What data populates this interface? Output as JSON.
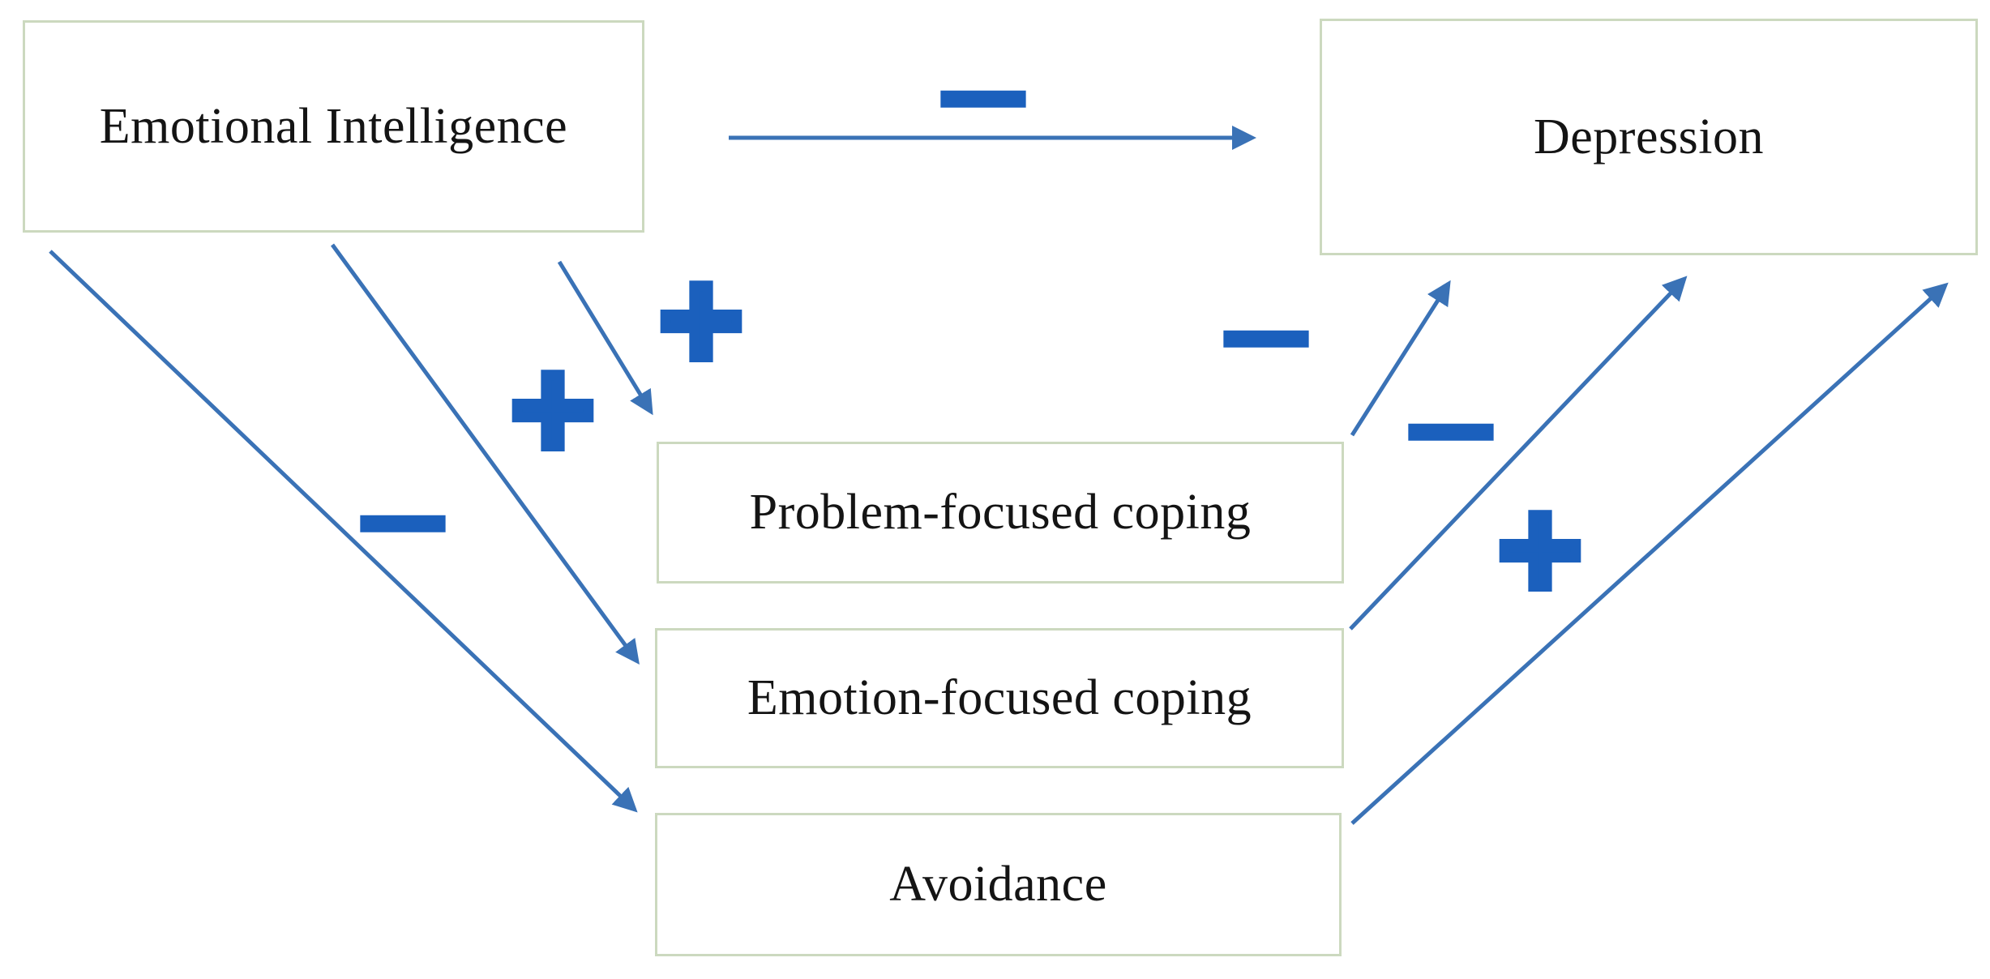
{
  "figure": {
    "type": "path-model-diagram",
    "background_color": "#ffffff",
    "nodes": [
      {
        "id": "emotional-intelligence",
        "label": "Emotional Intelligence"
      },
      {
        "id": "depression",
        "label": "Depression"
      },
      {
        "id": "problem-focused-coping",
        "label": "Problem-focused coping"
      },
      {
        "id": "emotion-focused-coping",
        "label": "Emotion-focused coping"
      },
      {
        "id": "avoidance",
        "label": "Avoidance"
      }
    ],
    "edges": [
      {
        "from": "Emotional Intelligence",
        "to": "Depression",
        "sign": "−"
      },
      {
        "from": "Emotional Intelligence",
        "to": "Problem-focused coping",
        "sign": "+"
      },
      {
        "from": "Emotional Intelligence",
        "to": "Emotion-focused coping",
        "sign": "+"
      },
      {
        "from": "Emotional Intelligence",
        "to": "Avoidance",
        "sign": "−"
      },
      {
        "from": "Problem-focused coping",
        "to": "Depression",
        "sign": "−"
      },
      {
        "from": "Emotion-focused coping",
        "to": "Depression",
        "sign": "−"
      },
      {
        "from": "Avoidance",
        "to": "Depression",
        "sign": "+"
      }
    ],
    "colors": {
      "arrow": "#3a72b6",
      "sign": "#1b60bd",
      "box_border": "#ccd9bf",
      "text": "#141414"
    }
  }
}
